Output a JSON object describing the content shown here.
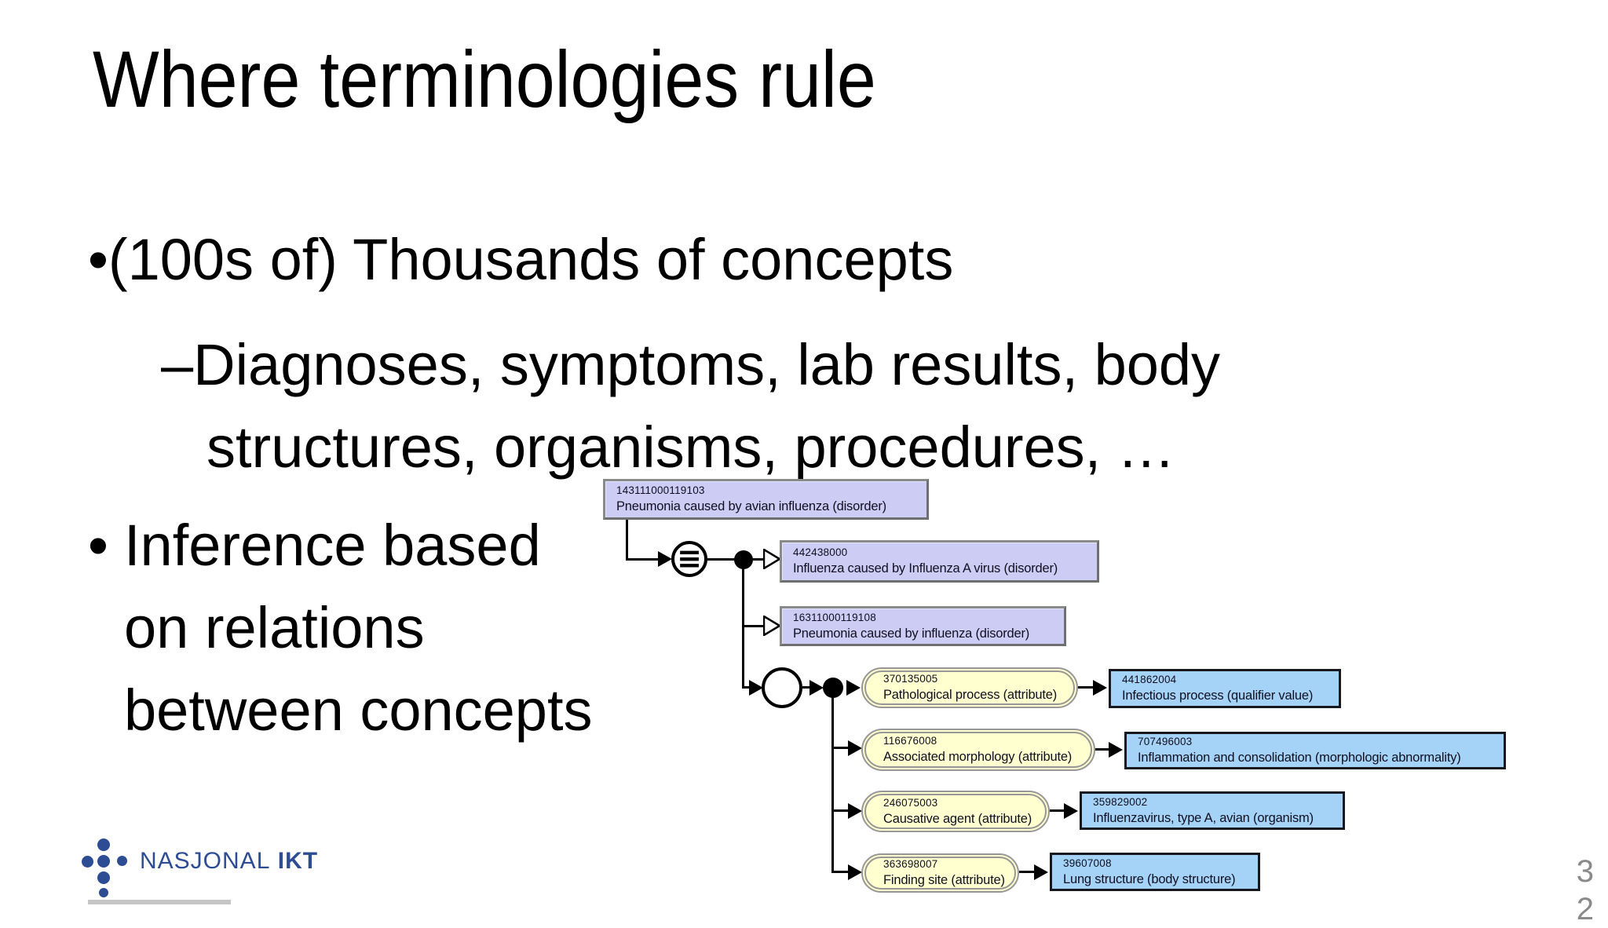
{
  "slide": {
    "title": "Where terminologies rule",
    "bullet1": {
      "marker": "•",
      "text": "(100s of) Thousands of concepts"
    },
    "sub_bullet": {
      "marker": "–",
      "lines": [
        "Diagnoses, symptoms, lab results, body",
        "structures, organisms, procedures, …"
      ]
    },
    "bullet2": {
      "marker": "•",
      "lines": [
        "Inference based",
        "on relations",
        "between concepts"
      ]
    },
    "page_number_lines": [
      "3",
      "2"
    ]
  },
  "logo": {
    "text_regular": "NASJONAL",
    "text_bold": "IKT",
    "color": "#2d4c94"
  },
  "diagram": {
    "focus": {
      "id": "143111000119103",
      "label": "Pneumonia caused by avian influenza (disorder)"
    },
    "equivalence_symbol": "≡",
    "parents": [
      {
        "id": "442438000",
        "label": "Influenza caused by Influenza A virus (disorder)"
      },
      {
        "id": "16311000119108",
        "label": "Pneumonia caused by influenza (disorder)"
      }
    ],
    "attributes": [
      {
        "attr_id": "370135005",
        "attr_label": "Pathological process (attribute)",
        "value_id": "441862004",
        "value_label": "Infectious process (qualifier value)"
      },
      {
        "attr_id": "116676008",
        "attr_label": "Associated morphology (attribute)",
        "value_id": "707496003",
        "value_label": "Inflammation and consolidation (morphologic abnormality)"
      },
      {
        "attr_id": "246075003",
        "attr_label": "Causative agent (attribute)",
        "value_id": "359829002",
        "value_label": "Influenzavirus, type A, avian (organism)"
      },
      {
        "attr_id": "363698007",
        "attr_label": "Finding site (attribute)",
        "value_id": "39607008",
        "value_label": "Lung structure (body structure)"
      }
    ],
    "colors": {
      "defined_concept": "#ccccf5",
      "attribute": "#ffffcf",
      "value": "#a5d2f7"
    }
  }
}
